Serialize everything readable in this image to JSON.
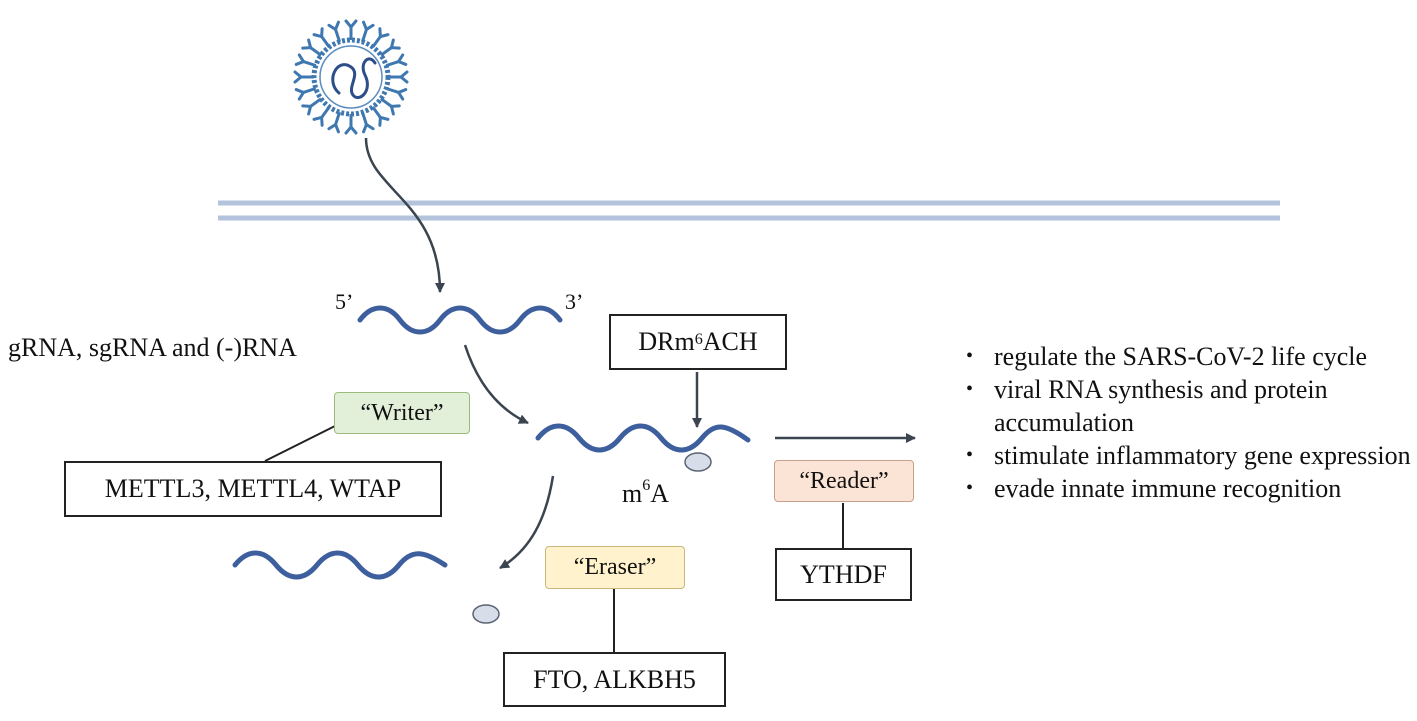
{
  "ends": {
    "five_prime": "5’",
    "three_prime": "3’"
  },
  "rna_label": "gRNA, sgRNA and (-)RNA",
  "motif": {
    "prefix": "DRm",
    "sup": "6",
    "suffix": "ACH"
  },
  "modification": {
    "base": "m",
    "sup": "6",
    "suffix": "A"
  },
  "writer": {
    "tag": "“Writer”",
    "proteins": "METTL3,  METTL4,  WTAP"
  },
  "reader": {
    "tag": "“Reader”",
    "proteins": "YTHDF"
  },
  "eraser": {
    "tag": "“Eraser”",
    "proteins": "FTO, ALKBH5"
  },
  "effects": [
    "regulate  the SARS-CoV-2 life cycle",
    "viral RNA synthesis  and protein accumulation",
    "stimulate  inflammatory  gene expression",
    "evade innate  immune  recognition"
  ],
  "colors": {
    "rna": "#3d5f9e",
    "membrane": "#b3c3dc",
    "virus": "#3f78b0",
    "arrow": "#3b4550"
  }
}
